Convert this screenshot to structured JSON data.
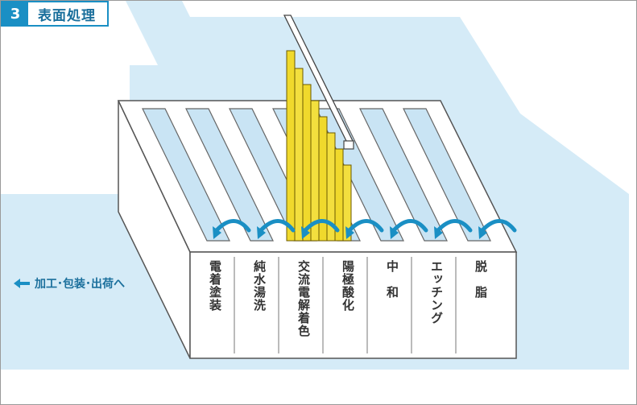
{
  "header": {
    "step_number": "3",
    "title": "表面処理"
  },
  "flow_label": "加工･包装･出荷へ",
  "tanks": [
    {
      "label": "脱　脂"
    },
    {
      "label": "エッチング"
    },
    {
      "label": "中　和"
    },
    {
      "label": "陽極酸化"
    },
    {
      "label": "交流電解着色"
    },
    {
      "label": "純水湯洗"
    },
    {
      "label": "電着塗装"
    }
  ],
  "colors": {
    "accent": "#1a8fc4",
    "background_band": "#d5ebf7",
    "tank_liquid": "#c9e4f4",
    "workpiece": "#f0d92c",
    "arrow": "#1a8fc4"
  }
}
